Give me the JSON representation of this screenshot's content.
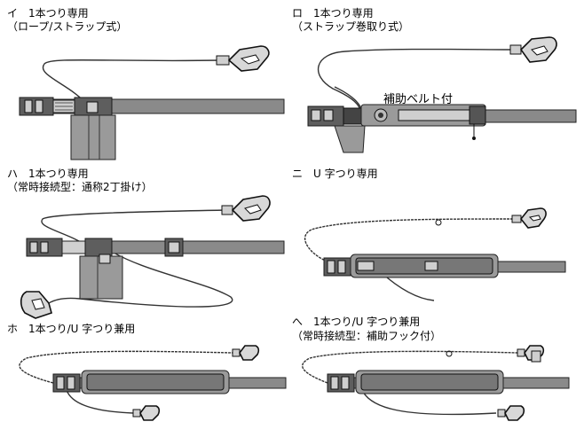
{
  "panels": [
    {
      "id": "i",
      "title": "イ　1本つり専用",
      "subtitle": "（ロープ/ストラップ式）"
    },
    {
      "id": "ro",
      "title": "ロ　1本つり専用",
      "subtitle": "（ストラップ巻取り式）",
      "annotation": "補助ベルト付"
    },
    {
      "id": "ha",
      "title": "ハ　1本つり専用",
      "subtitle": "（常時接続型：通称2丁掛け）"
    },
    {
      "id": "ni",
      "title": "ニ　U 字つり専用"
    },
    {
      "id": "ho",
      "title": "ホ　1本つり/U 字つり兼用"
    },
    {
      "id": "he",
      "title": "へ　1本つり/U 字つり兼用",
      "subtitle": "（常時接続型：補助フック付）"
    }
  ]
}
